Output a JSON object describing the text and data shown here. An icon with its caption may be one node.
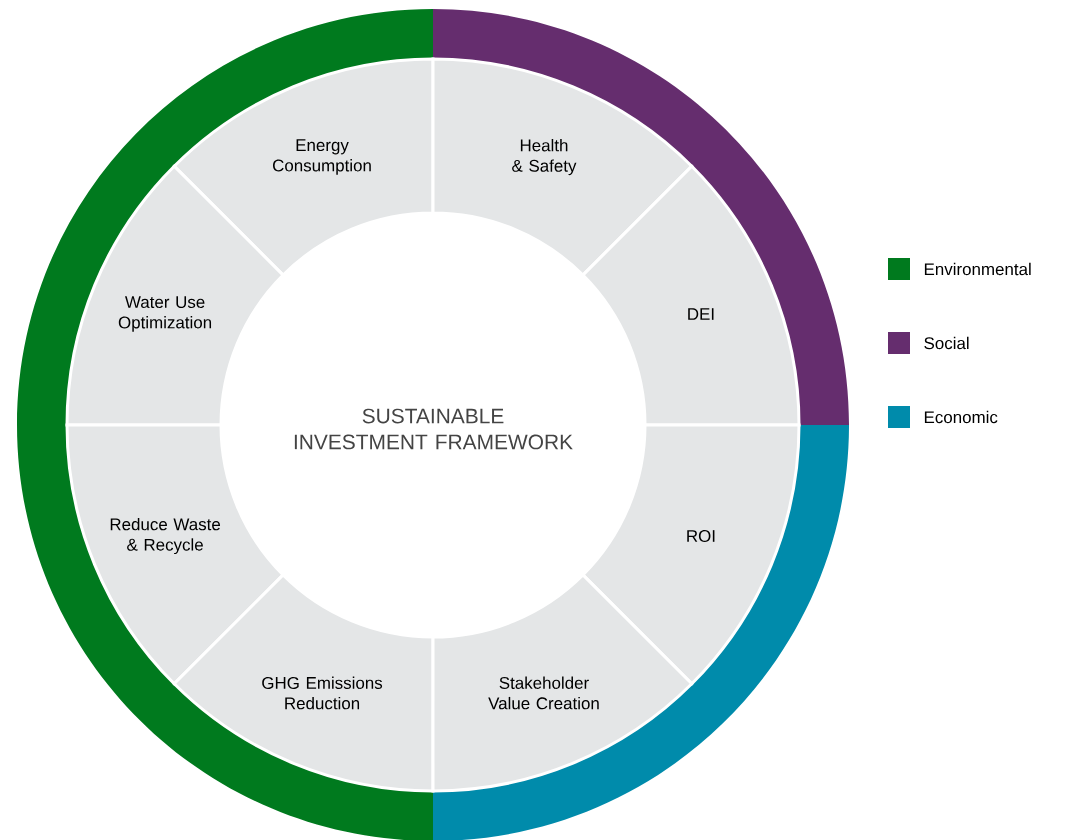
{
  "diagram": {
    "nodes": [
      {
        "text": [
          "SUSTAINABLE INVESTMENT FRAMEWORK"
        ]
      },
      {
        "text": [
          "Energy Consumption"
        ]
      },
      {
        "text": [
          "Health & Safety"
        ]
      },
      {
        "text": [
          "Water Use Optimization"
        ]
      },
      {
        "text": [
          "DEI"
        ]
      },
      {
        "text": [
          "Reduce Waste & Recycle"
        ]
      },
      {
        "text": [
          "ROI"
        ]
      },
      {
        "text": [
          "GHG Emissions Reduction"
        ]
      },
      {
        "text": [
          "Stakeholder Value Creation"
        ]
      }
    ],
    "legend": [
      {
        "text": "Environmental",
        "color": "#007a1e"
      },
      {
        "text": "Social",
        "color": "#652d6e"
      },
      {
        "text": "Economic",
        "color": "#008bab"
      }
    ]
  }
}
